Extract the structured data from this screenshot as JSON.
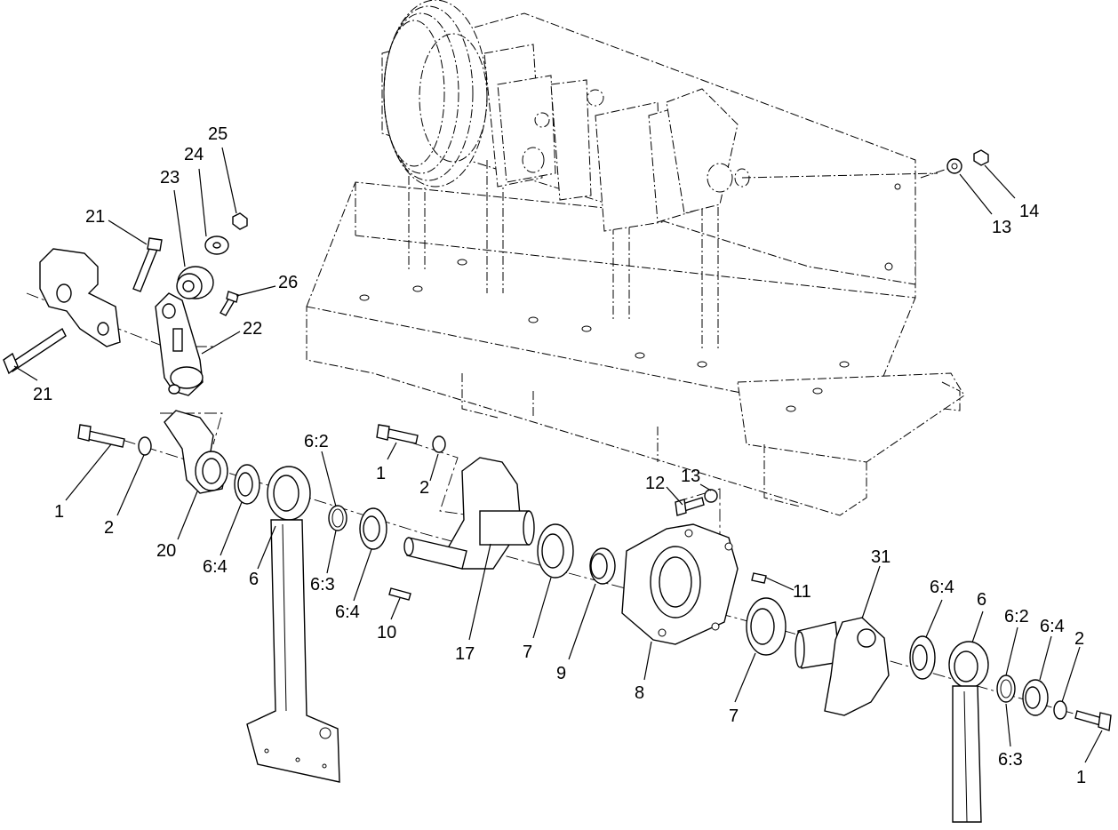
{
  "callouts": [
    {
      "id": "c-1-left",
      "text": "1"
    },
    {
      "id": "c-2-left",
      "text": "2"
    },
    {
      "id": "c-20",
      "text": "20"
    },
    {
      "id": "c-6-4-left",
      "text": "6:4"
    },
    {
      "id": "c-6-left",
      "text": "6"
    },
    {
      "id": "c-6-2-left",
      "text": "6:2"
    },
    {
      "id": "c-6-3-left",
      "text": "6:3"
    },
    {
      "id": "c-6-4-mid",
      "text": "6:4"
    },
    {
      "id": "c-1-mid",
      "text": "1"
    },
    {
      "id": "c-2-mid",
      "text": "2"
    },
    {
      "id": "c-10",
      "text": "10"
    },
    {
      "id": "c-17",
      "text": "17"
    },
    {
      "id": "c-7-left",
      "text": "7"
    },
    {
      "id": "c-9",
      "text": "9"
    },
    {
      "id": "c-8",
      "text": "8"
    },
    {
      "id": "c-12",
      "text": "12"
    },
    {
      "id": "c-13-mid",
      "text": "13"
    },
    {
      "id": "c-11",
      "text": "11"
    },
    {
      "id": "c-7-right",
      "text": "7"
    },
    {
      "id": "c-31",
      "text": "31"
    },
    {
      "id": "c-6-4-right",
      "text": "6:4"
    },
    {
      "id": "c-6-right",
      "text": "6"
    },
    {
      "id": "c-6-2-right",
      "text": "6:2"
    },
    {
      "id": "c-6-4-far",
      "text": "6:4"
    },
    {
      "id": "c-2-right",
      "text": "2"
    },
    {
      "id": "c-6-3-right",
      "text": "6:3"
    },
    {
      "id": "c-1-right",
      "text": "1"
    },
    {
      "id": "c-21-top",
      "text": "21"
    },
    {
      "id": "c-21-bottom",
      "text": "21"
    },
    {
      "id": "c-23",
      "text": "23"
    },
    {
      "id": "c-24",
      "text": "24"
    },
    {
      "id": "c-25",
      "text": "25"
    },
    {
      "id": "c-26",
      "text": "26"
    },
    {
      "id": "c-22",
      "text": "22"
    },
    {
      "id": "c-13-top",
      "text": "13"
    },
    {
      "id": "c-14",
      "text": "14"
    }
  ]
}
